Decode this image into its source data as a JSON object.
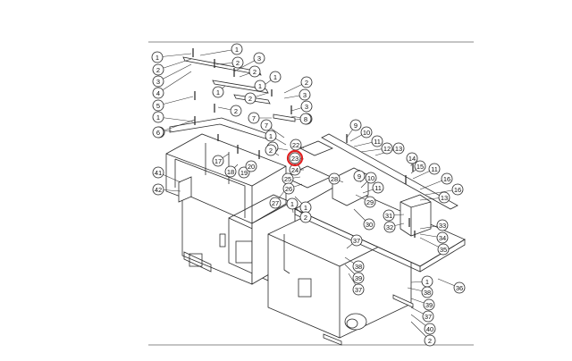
{
  "highlight_color": "#e02020",
  "callouts": [
    "1",
    "1",
    "2",
    "2",
    "3",
    "3",
    "4",
    "1",
    "2",
    "5",
    "1",
    "2",
    "1",
    "2",
    "3",
    "1",
    "2",
    "3",
    "4",
    "5",
    "6",
    "7",
    "8",
    "7",
    "1",
    "2",
    "22",
    "23",
    "24",
    "25",
    "26",
    "27",
    "17",
    "18",
    "19",
    "20",
    "41",
    "42",
    "9",
    "10",
    "11",
    "12",
    "13",
    "14",
    "15",
    "16",
    "16",
    "13",
    "11",
    "28",
    "9",
    "10",
    "11",
    "29",
    "30",
    "1",
    "2",
    "31",
    "32",
    "33",
    "34",
    "35",
    "36",
    "37",
    "38",
    "39",
    "37",
    "1",
    "38",
    "39",
    "37",
    "40",
    "2",
    "1",
    "2"
  ]
}
